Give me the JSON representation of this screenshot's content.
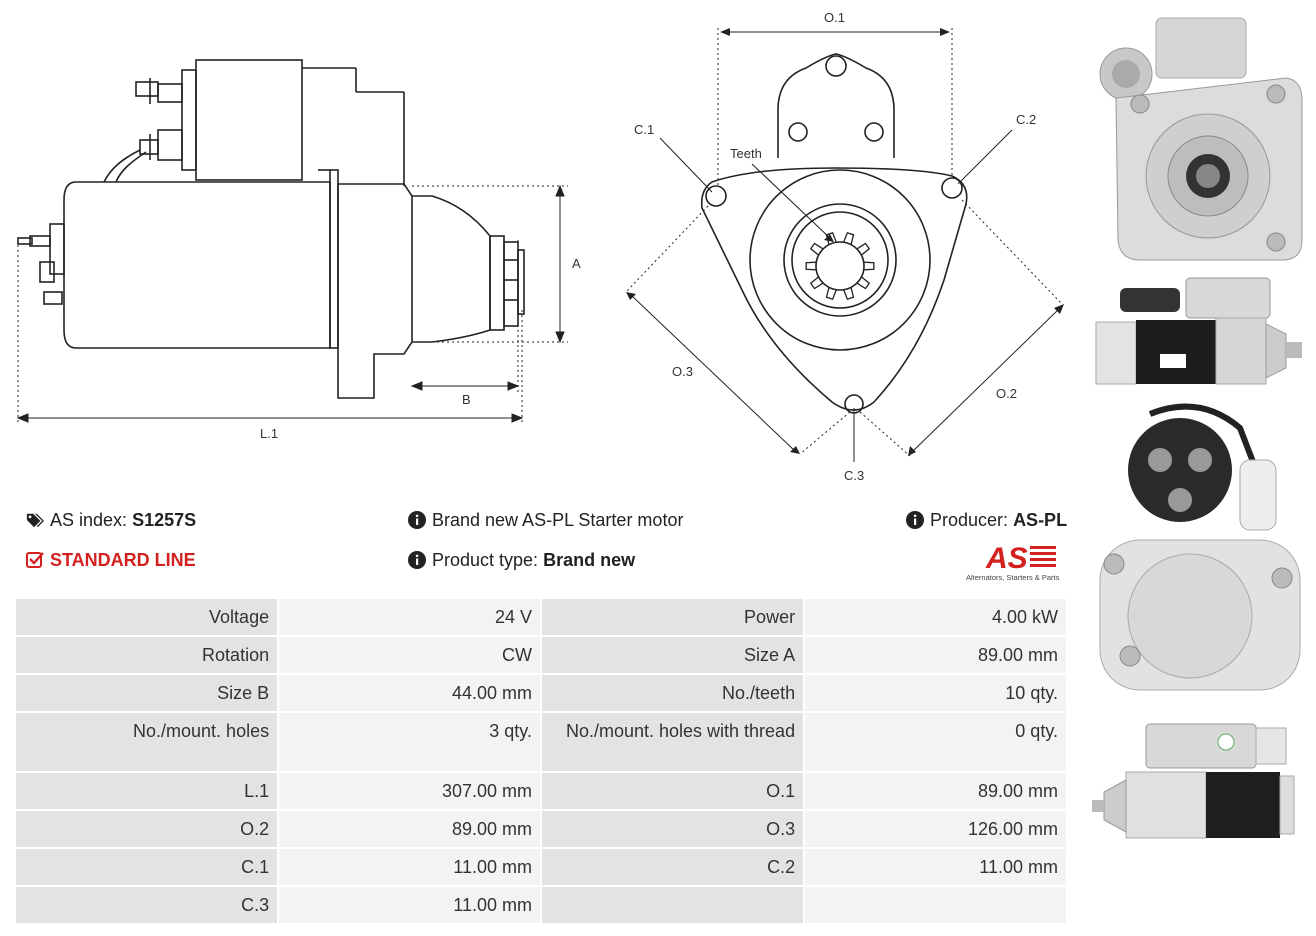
{
  "diagram_side": {
    "labels": {
      "a": "A",
      "b": "B",
      "l1": "L.1"
    }
  },
  "diagram_front": {
    "labels": {
      "o1": "O.1",
      "o2": "O.2",
      "o3": "O.3",
      "c1": "C.1",
      "c2": "C.2",
      "c3": "C.3",
      "teeth": "Teeth"
    }
  },
  "info": {
    "as_index_label": "AS index:",
    "as_index_value": "S1257S",
    "description": "Brand new AS-PL Starter motor",
    "producer_label": "Producer:",
    "producer_value": "AS-PL",
    "line": "STANDARD LINE",
    "product_type_label": "Product type:",
    "product_type_value": "Brand new",
    "logo_text": "AS",
    "logo_tagline": "Alternators, Starters & Parts"
  },
  "specs": [
    {
      "l1": "Voltage",
      "v1": "24 V",
      "l2": "Power",
      "v2": "4.00 kW"
    },
    {
      "l1": "Rotation",
      "v1": "CW",
      "l2": "Size A",
      "v2": "89.00 mm"
    },
    {
      "l1": "Size B",
      "v1": "44.00 mm",
      "l2": "No./teeth",
      "v2": "10 qty."
    },
    {
      "l1": "No./mount. holes",
      "v1": "3 qty.",
      "l2": "No./mount. holes with thread",
      "v2": "0 qty."
    },
    {
      "l1": "L.1",
      "v1": "307.00 mm",
      "l2": "O.1",
      "v2": "89.00 mm"
    },
    {
      "l1": "O.2",
      "v1": "89.00 mm",
      "l2": "O.3",
      "v2": "126.00 mm"
    },
    {
      "l1": "C.1",
      "v1": "11.00 mm",
      "l2": "C.2",
      "v2": "11.00 mm"
    },
    {
      "l1": "C.3",
      "v1": "11.00 mm",
      "l2": "",
      "v2": ""
    }
  ],
  "colors": {
    "accent_red": "#d3211f",
    "label_cell": "#e3e3e3",
    "value_cell": "#f3f3f3"
  }
}
